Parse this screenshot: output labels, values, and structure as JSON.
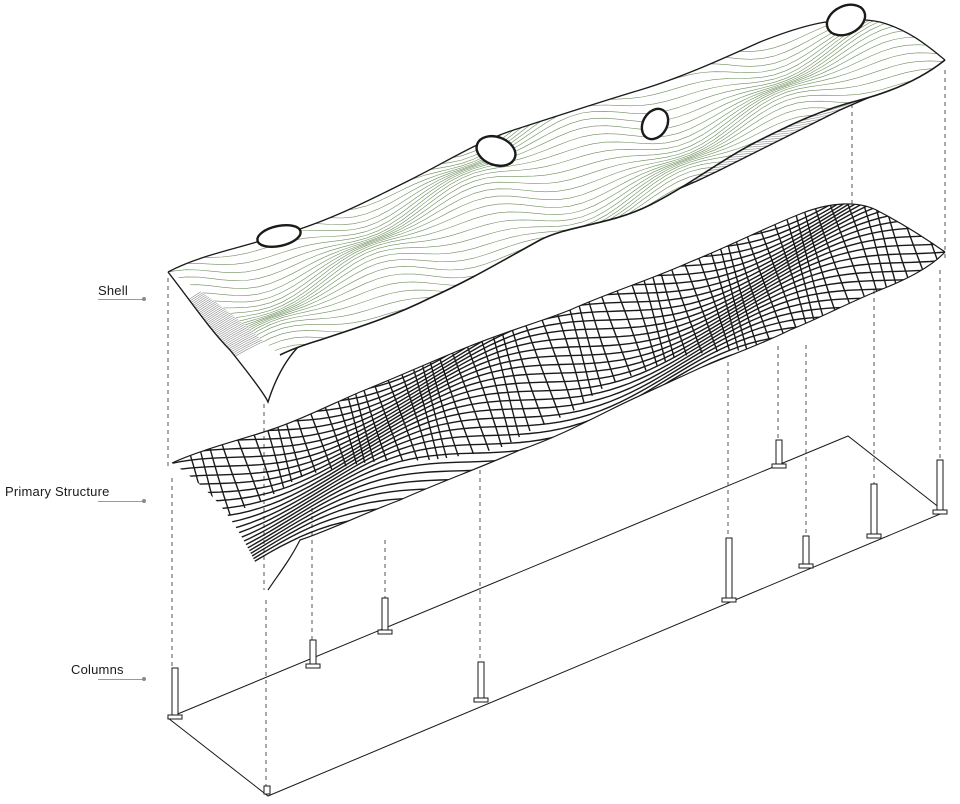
{
  "labels": {
    "shell": "Shell",
    "primary_structure": "Primary Structure",
    "columns": "Columns"
  },
  "colors": {
    "contour_green": "#6f8f5e",
    "line_dark": "#1a1a1a",
    "hatch_gray": "#8c8c8c",
    "dashed_gray": "#666666"
  },
  "column_count": 10
}
